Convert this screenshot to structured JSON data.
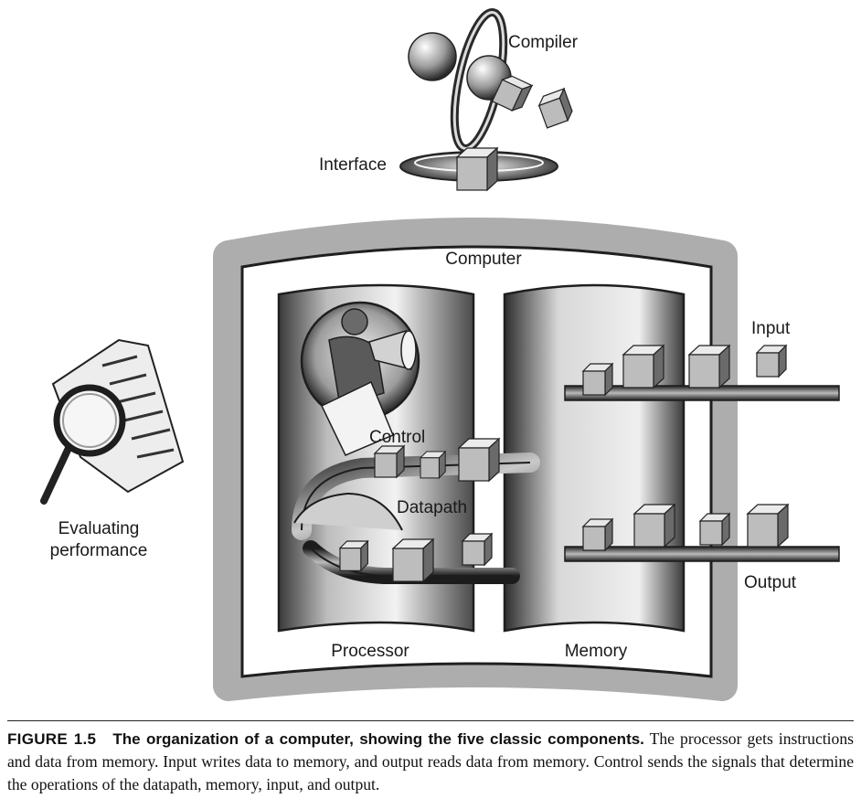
{
  "labels": {
    "compiler": "Compiler",
    "interface": "Interface",
    "computer": "Computer",
    "input": "Input",
    "control": "Control",
    "datapath": "Datapath",
    "output": "Output",
    "processor": "Processor",
    "memory": "Memory",
    "evaluating_line1": "Evaluating",
    "evaluating_line2": "performance"
  },
  "caption": {
    "figure_number": "FIGURE 1.5",
    "headline": "The organization of a computer, showing the five classic components.",
    "body": "The processor gets instructions and data from memory. Input writes data to memory, and output reads data from memory. Control sends the signals that determine the operations of the datapath, memory, input, and output."
  }
}
